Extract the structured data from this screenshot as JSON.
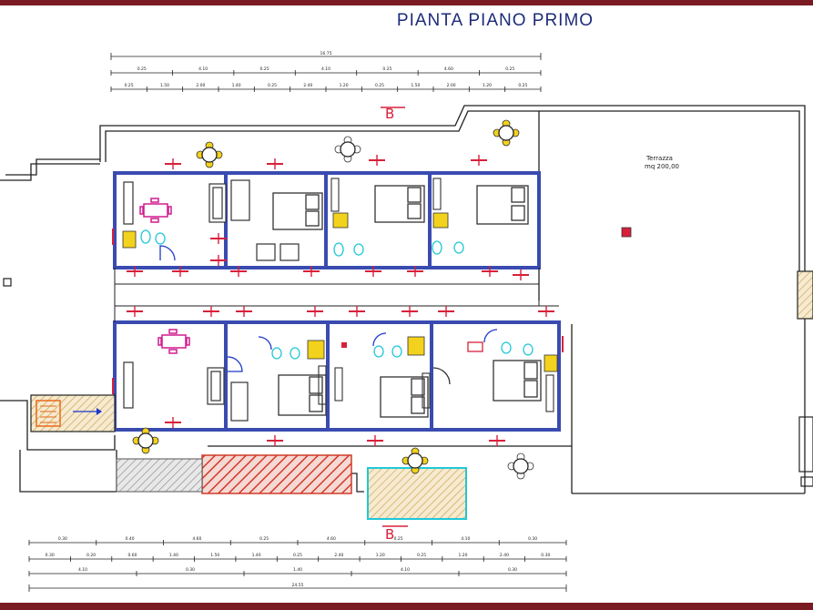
{
  "title": "PIANTA PIANO PRIMO",
  "terrace": {
    "label": "Terrazza",
    "area": "mq 200,00"
  },
  "section_marker_label": "B",
  "dimensions": {
    "top_total": "16.75",
    "top_row1": [
      "0.25",
      "4.10",
      "0.25",
      "4.10",
      "0.25",
      "4.60",
      "0.25"
    ],
    "top_row2": [
      "0.25",
      "1.50",
      "2.00",
      "1.40",
      "0.25",
      "2.40",
      "1.20",
      "0.25",
      "1.50",
      "2.00",
      "1.20",
      "0.25"
    ],
    "bottom_row1": [
      "0.30",
      "0.40",
      "4.60",
      "0.25",
      "4.60",
      "0.25",
      "4.10",
      "0.30"
    ],
    "bottom_row2": [
      "0.30",
      "0.20",
      "0.60",
      "1.40",
      "1.50",
      "1.40",
      "0.25",
      "2.40",
      "1.20",
      "0.25",
      "1.20",
      "2.40",
      "0.30"
    ],
    "bottom_row3": [
      "4.10",
      "0.30",
      "1.40",
      "4.10",
      "0.30"
    ],
    "bottom_total": "24.55"
  },
  "colors": {
    "frame": "#7a1a22",
    "wall": "#3a4bb0",
    "outline": "#222222",
    "title": "#1d2b7a",
    "dimension_red": "#d8203a",
    "fixture_yellow": "#f2d21c",
    "table_magenta": "#d01b8f",
    "door_blue": "#1d38c9",
    "hatch_red": "#d23a2a",
    "stair_orange": "#e86a1a",
    "cyan": "#1ec8d8"
  }
}
